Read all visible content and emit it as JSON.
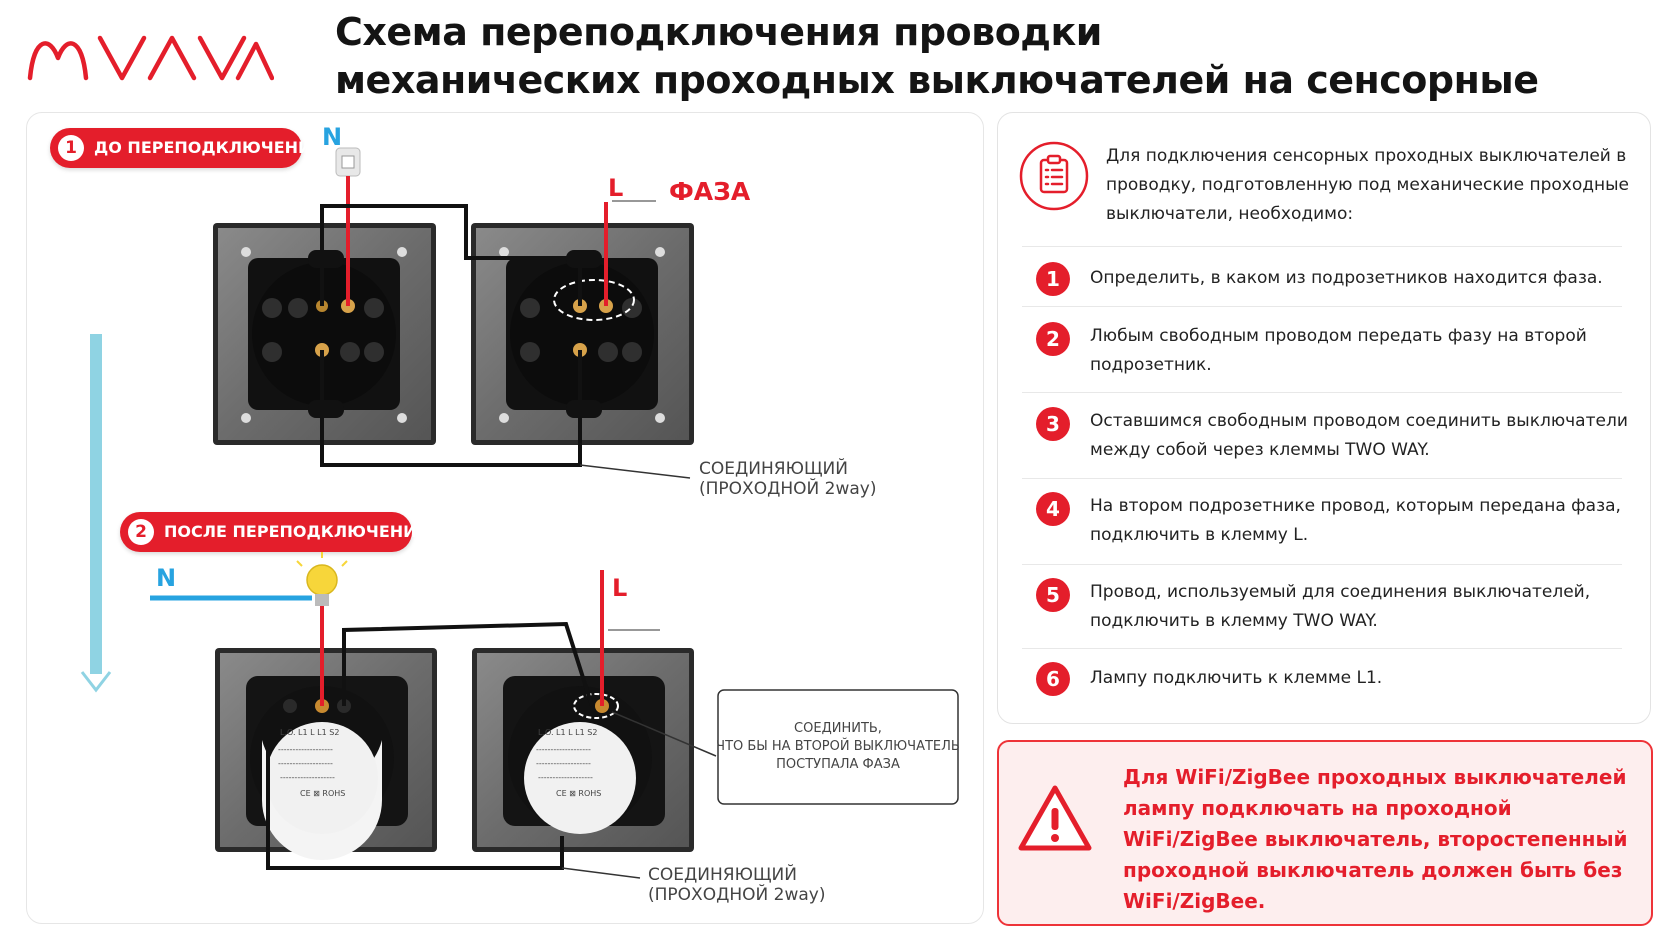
{
  "brand": {
    "logo_text": "MVAVA",
    "accent_color": "#e41e2b"
  },
  "title": {
    "line1": "Схема переподключения проводки",
    "line2": "механических проходных выключателей на сенсорные"
  },
  "diagram": {
    "before_badge": {
      "number": "1",
      "label": "ДО ПЕРЕПОДКЛЮЧЕНИЯ"
    },
    "after_badge": {
      "number": "2",
      "label": "ПОСЛЕ ПЕРЕПОДКЛЮЧЕНИЯ"
    },
    "before_n_label": "N",
    "before_l_label": "L",
    "phase_label": "ФАЗА",
    "before_connector_line1": "СОЕДИНЯЮЩИЙ",
    "before_connector_line2": "(ПРОХОДНОЙ 2way)",
    "after_n_label": "N",
    "after_l_label": "L",
    "callout_line1": "СОЕДИНИТЬ,",
    "callout_line2": "ЧТО БЫ НА ВТОРОЙ ВЫКЛЮЧАТЕЛЬ",
    "callout_line3": "ПОСТУПАЛА ФАЗА",
    "after_connector_line1": "СОЕДИНЯЮЩИЙ",
    "after_connector_line2": "(ПРОХОДНОЙ 2way)",
    "colors": {
      "phase_wire": "#e41e2b",
      "neutral_wire": "#27a3e0",
      "connector_wire": "#111111",
      "arrow": "#8fd3e3"
    }
  },
  "instructions": {
    "intro": "Для подключения сенсорных проходных выключателей в проводку, подготовленную под механические проходные выключатели, необходимо:",
    "steps": [
      {
        "number": "1",
        "text": "Определить, в каком из подрозетников находится фаза."
      },
      {
        "number": "2",
        "text": "Любым свободным проводом передать фазу на второй подрозетник."
      },
      {
        "number": "3",
        "text": "Оставшимся свободным проводом соединить выключатели между собой через клеммы TWO WAY."
      },
      {
        "number": "4",
        "text": "На втором подрозетнике провод, которым передана фаза, подключить в клемму L."
      },
      {
        "number": "5",
        "text": "Провод, используемый для соединения выключателей, подключить в клемму TWO WAY."
      },
      {
        "number": "6",
        "text": "Лампу подключить к клемме L1."
      }
    ]
  },
  "warning": {
    "text": "Для WiFi/ZigBee проходных выключателей лампу подключать на проходной WiFi/ZigBee выключатель, второстепенный проходной выключатель должен быть без WiFi/ZigBee."
  }
}
